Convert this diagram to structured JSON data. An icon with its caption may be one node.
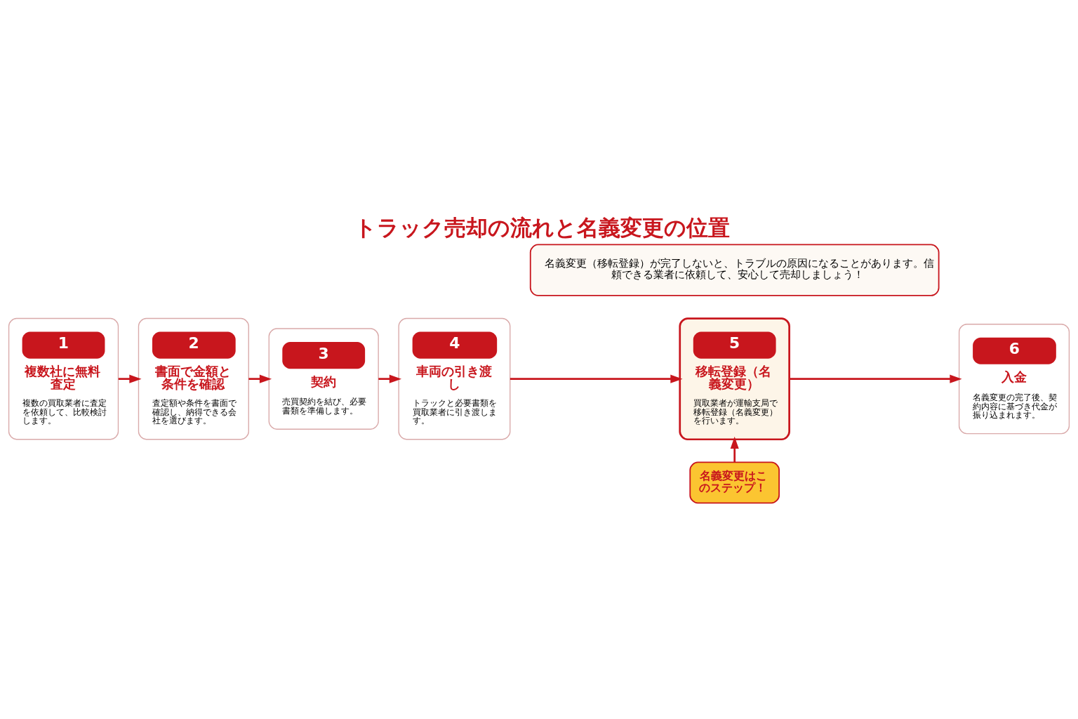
{
  "diagram": {
    "title": "トラック売却の流れと名義変更の位置",
    "nodes": [
      {
        "text": [
          "1",
          "複数社に無料査定",
          "複数の買取業者に査定を依頼して、比較検討します。"
        ]
      },
      {
        "text": [
          "2",
          "書面で金額と条件を確認",
          "査定額や条件を書面で確認し、納得できる会社を選びます。"
        ]
      },
      {
        "text": [
          "3",
          "契約",
          "売買契約を結び、必要書類を準備します。"
        ]
      },
      {
        "text": [
          "4",
          "車両の引き渡し",
          "トラックと必要書類を買取業者に引き渡します。"
        ]
      },
      {
        "text": [
          "5",
          "移転登録（名義変更）",
          "買取業者が運輸支局で移転登録（名義変更）を行います。"
        ]
      },
      {
        "text": [
          "6",
          "入金",
          "名義変更の完了後、契約内容に基づき代金が振り込まれます。"
        ]
      },
      {
        "text": [
          "名義変更はこのステップ！"
        ]
      },
      {
        "text": [
          "名義変更（移転登録）が完了しないと、トラブルの原因になることがあります。信頼できる業者に依頼して、安心して売却しましょう！"
        ]
      }
    ],
    "edges": [
      {
        "from": 0,
        "to": 1,
        "arrow": "to"
      },
      {
        "from": 1,
        "to": 2,
        "arrow": "to"
      },
      {
        "from": 2,
        "to": 3,
        "arrow": "to"
      },
      {
        "from": 3,
        "to": 4,
        "arrow": "to"
      },
      {
        "from": 4,
        "to": 5,
        "arrow": "to"
      },
      {
        "from": 6,
        "to": 4,
        "arrow": "to"
      }
    ]
  }
}
